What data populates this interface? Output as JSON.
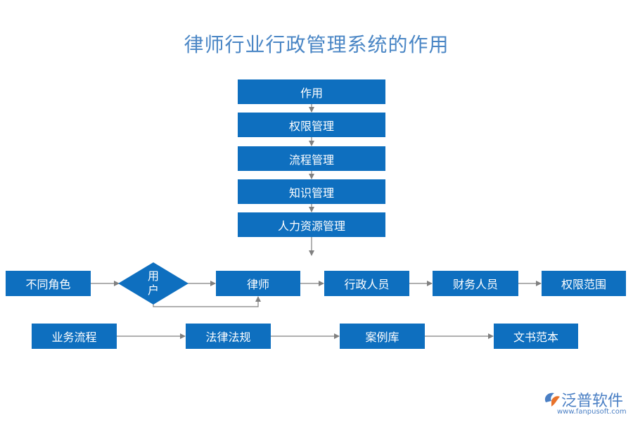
{
  "title": "律师行业行政管理系统的作用",
  "main_column": [
    "作用",
    "权限管理",
    "流程管理",
    "知识管理",
    "人力资源管理"
  ],
  "role_row": {
    "start": "不同角色",
    "decision": "用户",
    "steps": [
      "律师",
      "行政人员",
      "财务人员",
      "权限范围"
    ]
  },
  "bottom_row": [
    "业务流程",
    "法律法规",
    "案例库",
    "文书范本"
  ],
  "colors": {
    "box": "#0e6fbf",
    "title": "#4a86c5",
    "arrow": "#808080"
  },
  "logo": {
    "name": "泛普软件",
    "url": "www.fanpusoft.com",
    "icon": "fanpu-logo-icon"
  }
}
